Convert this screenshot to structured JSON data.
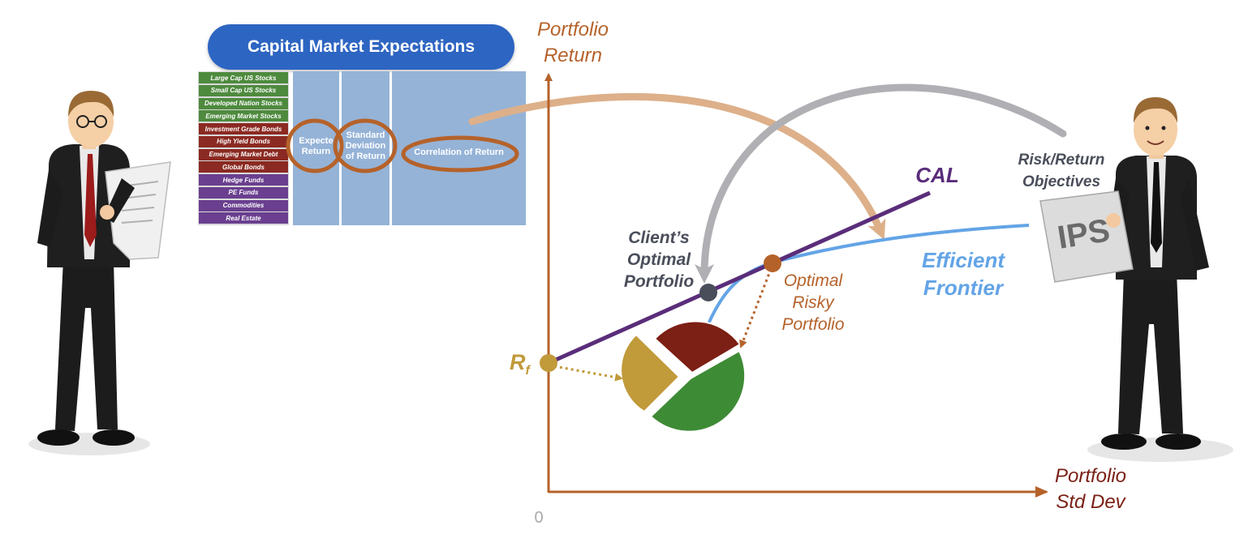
{
  "cme": {
    "title": "Capital Market Expectations",
    "asset_classes": [
      {
        "label": "Large Cap US Stocks",
        "color": "#4e8a3e"
      },
      {
        "label": "Small Cap US Stocks",
        "color": "#4e8a3e"
      },
      {
        "label": "Developed Nation Stocks",
        "color": "#4e8a3e"
      },
      {
        "label": "Emerging Market Stocks",
        "color": "#4e8a3e"
      },
      {
        "label": "Investment Grade Bonds",
        "color": "#8b2a22"
      },
      {
        "label": "High Yield Bonds",
        "color": "#8b2a22"
      },
      {
        "label": "Emerging  Market Debt",
        "color": "#8b2a22"
      },
      {
        "label": "Global Bonds",
        "color": "#8b2a22"
      },
      {
        "label": "Hedge Funds",
        "color": "#6a3f8f"
      },
      {
        "label": "PE Funds",
        "color": "#6a3f8f"
      },
      {
        "label": "Commodities",
        "color": "#6a3f8f"
      },
      {
        "label": "Real Estate",
        "color": "#6a3f8f"
      }
    ],
    "col_expected": "Expected Return",
    "col_expected_line1": "Expecte",
    "col_expected_line2": "Return",
    "col_std_line1": "Standard",
    "col_std_line2": "Deviation",
    "col_std_line3": "of Return",
    "col_corr": "Correlation of Return"
  },
  "axes": {
    "y_label_1": "Portfolio",
    "y_label_2": "Return",
    "x_label_1": "Portfolio",
    "x_label_2": "Std Dev",
    "origin": "0"
  },
  "labels": {
    "cal": "CAL",
    "efficient_1": "Efficient",
    "efficient_2": "Frontier",
    "client_1": "Client’s",
    "client_2": "Optimal",
    "client_3": "Portfolio",
    "optimal_1": "Optimal",
    "optimal_2": "Risky",
    "optimal_3": "Portfolio",
    "rf_main": "R",
    "rf_sub": "f",
    "risk_return_1": "Risk/Return",
    "risk_return_2": "Objectives",
    "ips": "IPS"
  },
  "colors": {
    "axis": "#b5622a",
    "x_axis_label": "#7a1f14",
    "cal": "#5a2d7a",
    "frontier": "#63a4e6",
    "rf": "#c19a3a",
    "optimal_risky": "#b5622a",
    "client_point": "#4a4e5a",
    "pie_green": "#3e8b35",
    "pie_red": "#7c1f14",
    "pie_gold": "#c19a3a",
    "grey_arrow": "#b0b0b4",
    "orange_arrow": "#ddb08a"
  }
}
